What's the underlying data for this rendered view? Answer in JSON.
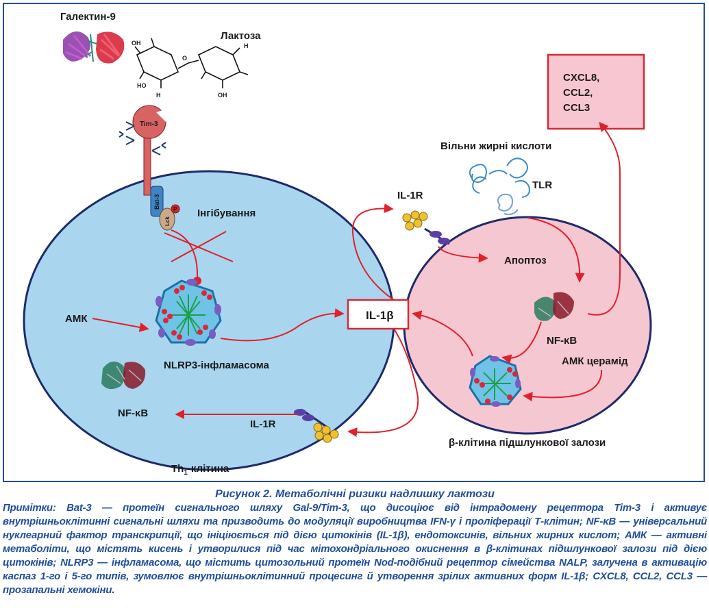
{
  "labels": {
    "galectin": "Галектин-9",
    "lactose": "Лактоза",
    "tim3": "Tim-3",
    "bat3": "Bat-3",
    "lck": "Lck",
    "p": "P",
    "inhibition": "Інгібування",
    "amk_left": "АМК",
    "nlrp3": "NLRP3-інфламасома",
    "nfkb_left": "NF-κB",
    "il1r_left": "IL-1R",
    "th1_main": "Th",
    "th1_sub": "1",
    "th1_rest": "-клітина",
    "il1b": "IL-1β",
    "il1r_top": "IL-1R",
    "ffa": "Вільни жирні кислоти",
    "tlr": "TLR",
    "apoptosis": "Апоптоз",
    "nfkb_right": "NF-κB",
    "amk_ceramide": "АМК церамід",
    "beta_cell": "β-клітина підшлункової залози",
    "chemokines": [
      "CXCL8,",
      "CCL2,",
      "CCL3"
    ]
  },
  "colors": {
    "frame": "#1f4e9a",
    "th1_cell": "#a9d6ee",
    "beta_cell_fill": "#f5c7d1",
    "arrow": "#e0202a",
    "chemokine_box_fill": "#f7c6d0",
    "chemokine_box_border": "#d42a35",
    "caption": "#1f4e9a"
  },
  "caption": {
    "title": "Рисунок 2. Метаболічні ризики надлишку лактози",
    "notes": "Примітки: Bat-3 — протеїн сигнального шляху Gal-9/Tim-3, що дисоціює від інтрадомену рецептора Tim-3 і активує внутрішньоклітинні сигнальні шляхи та призводить до модуляції виробництва IFN-γ і проліферації Т-клітин; NF-κB — універсальний нуклеарний фактор транскрипції, що ініціюється під дією цитокінів (IL-1β), ендотоксинів, вільних жирних кислот; АМК — активні метаболіти, що містять кисень і утворилися під час мітохондріального окиснення в β-клітинах підшлункової залози під дією цитокінів; NLRP3 — інфламасома, що містить цитозольний протеїн Nod-подібний рецептор сімейства NALP, залучена в активацію каспаз 1-го і 5-го типів, зумовлює внутрішньоклітинний процесинг й утворення зрілих активних форм IL-1β; CXCL8, CCL2, CCL3 — прозапальні хемокіни."
  }
}
